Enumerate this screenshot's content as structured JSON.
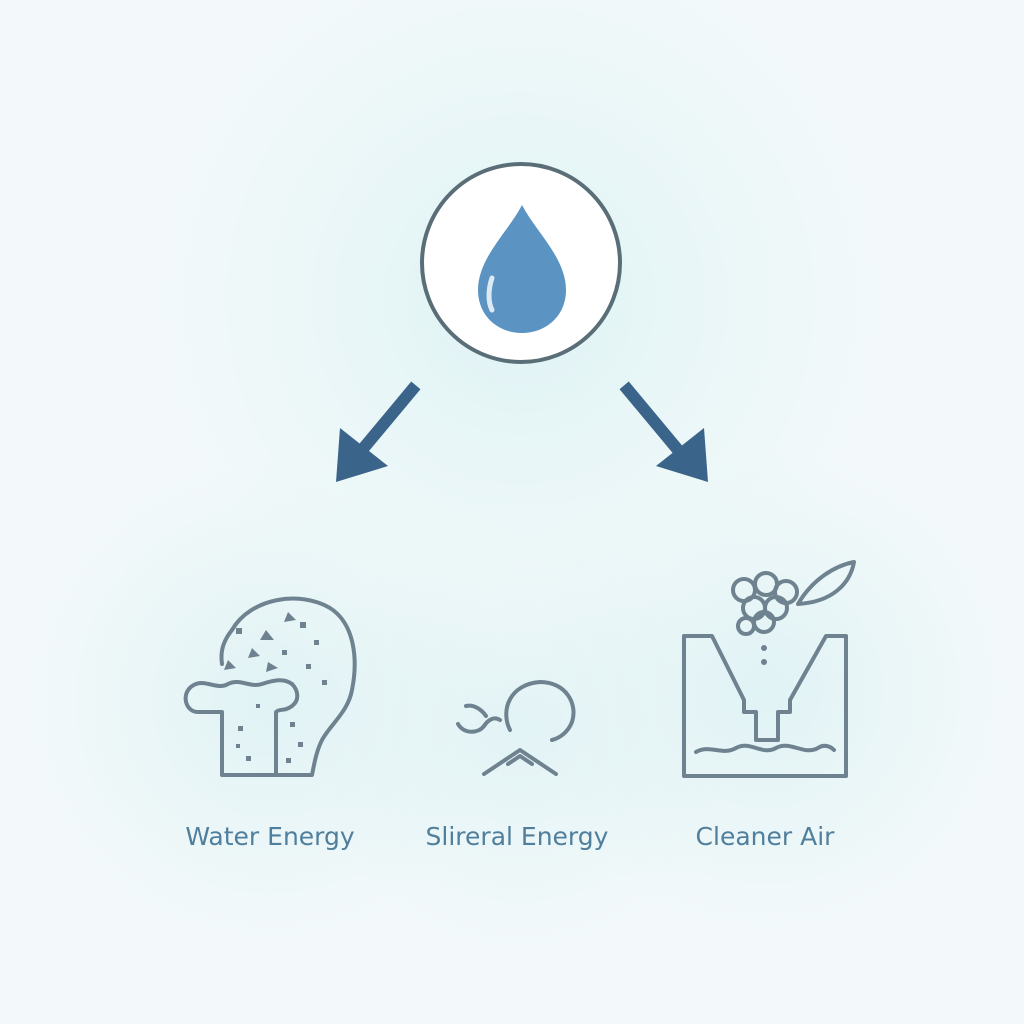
{
  "colors": {
    "background": "#f3f9fa",
    "glow": "#dff3f5",
    "circle_stroke": "#5a6e78",
    "drop_fill": "#5b94c2",
    "arrow_fill": "#3a6489",
    "icon_stroke": "#6e838f",
    "label_text": "#4f7f9c"
  },
  "source": {
    "icon": "water-drop-icon"
  },
  "arrows": [
    {
      "icon": "arrow-down-left-icon"
    },
    {
      "icon": "arrow-down-right-icon"
    }
  ],
  "items": [
    {
      "icon": "head-particles-icon",
      "label": "Water Energy"
    },
    {
      "icon": "circle-wind-icon",
      "label": "Slireral Energy"
    },
    {
      "icon": "tank-filter-icon",
      "label": "Cleaner Air"
    }
  ]
}
